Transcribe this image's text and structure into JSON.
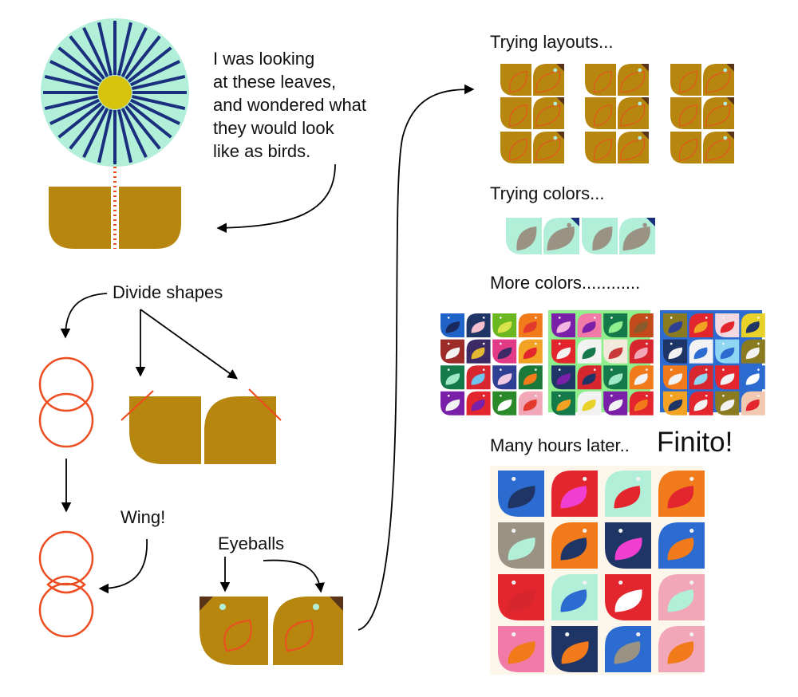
{
  "intro": {
    "lines": [
      "I was looking",
      "at these leaves,",
      "and wondered what",
      "they would look",
      "like as birds."
    ]
  },
  "labels": {
    "divide": "Divide shapes",
    "wing": "Wing!",
    "eyeballs": "Eyeballs",
    "layouts": "Trying layouts...",
    "colors": "Trying colors...",
    "more_colors": "More colors............",
    "many_hours": "Many hours later..",
    "finito": "Finito!"
  },
  "palette": {
    "leaf": "#b6860f",
    "mint": "#b2efd9",
    "navy": "#1a2f7d",
    "sun": "#d7c20d",
    "orange": "#ec4d21",
    "brown": "#5a3418",
    "grey": "#9a9384",
    "green_bg": "#8fef8c",
    "blue_bg": "#2c6bd0"
  },
  "more_color_grids": [
    {
      "background": "#ffffff",
      "tiles": [
        {
          "bg": "#1f63c9",
          "w": "#1b2a5e"
        },
        {
          "bg": "#1e3566",
          "w": "#f6c1cf"
        },
        {
          "bg": "#6ab71f",
          "w": "#d7e44a"
        },
        {
          "bg": "#f17b1a",
          "w": "#e33a2d"
        },
        {
          "bg": "#9d2b2a",
          "w": "#f2f2f2"
        },
        {
          "bg": "#3b2a66",
          "w": "#e3b832"
        },
        {
          "bg": "#e33a88",
          "w": "#3b2a66"
        },
        {
          "bg": "#f2a324",
          "w": "#e3262e"
        },
        {
          "bg": "#157a4a",
          "w": "#9fe8c8"
        },
        {
          "bg": "#d8262f",
          "w": "#6fc5f0"
        },
        {
          "bg": "#2e3f94",
          "w": "#f2c9e5"
        },
        {
          "bg": "#1b7a3a",
          "w": "#f27b1a"
        },
        {
          "bg": "#7a1fa8",
          "w": "#f2f2f2"
        },
        {
          "bg": "#e3262e",
          "w": "#7a1fa8"
        },
        {
          "bg": "#2a8a2a",
          "w": "#ffffff"
        },
        {
          "bg": "#f2a7b8",
          "w": "#e33a2d"
        }
      ]
    },
    {
      "background": "#8fef8c",
      "tiles": [
        {
          "bg": "#7a1fa8",
          "w": "#f2b6e1"
        },
        {
          "bg": "#f27aa8",
          "w": "#7a1fa8"
        },
        {
          "bg": "#157a4a",
          "w": "#8fef8c"
        },
        {
          "bg": "#c24a1b",
          "w": "#8a5a2a"
        },
        {
          "bg": "#e3262e",
          "w": "#f2f2f2"
        },
        {
          "bg": "#f2f2f2",
          "w": "#157a4a"
        },
        {
          "bg": "#f2e9dd",
          "w": "#c83a3a"
        },
        {
          "bg": "#d8262f",
          "w": "#f2a7b8"
        },
        {
          "bg": "#1e3566",
          "w": "#7a1fa8"
        },
        {
          "bg": "#d8262f",
          "w": "#1e3566"
        },
        {
          "bg": "#157a4a",
          "w": "#9fe8c8"
        },
        {
          "bg": "#f17b1a",
          "w": "#f2f2f2"
        },
        {
          "bg": "#157a4a",
          "w": "#f2a324"
        },
        {
          "bg": "#f2f2f2",
          "w": "#e8d22a"
        },
        {
          "bg": "#7a1fa8",
          "w": "#f2f2f2"
        },
        {
          "bg": "#e3262e",
          "w": "#f17b1a"
        }
      ]
    },
    {
      "background": "#2c6bd0",
      "tiles": [
        {
          "bg": "#8a7a20",
          "w": "#2e3f94"
        },
        {
          "bg": "#e3262e",
          "w": "#f2a324"
        },
        {
          "bg": "#f2d9e1",
          "w": "#e3262e"
        },
        {
          "bg": "#e8d22a",
          "w": "#1e3566"
        },
        {
          "bg": "#1e3566",
          "w": "#f2f2f2"
        },
        {
          "bg": "#f2f2f2",
          "w": "#2c6bd0"
        },
        {
          "bg": "#8fd6f2",
          "w": "#2c6bd0"
        },
        {
          "bg": "#8a7a20",
          "w": "#f2f2f2"
        },
        {
          "bg": "#f17b1a",
          "w": "#f2f2f2"
        },
        {
          "bg": "#d8262f",
          "w": "#8fd6f2"
        },
        {
          "bg": "#e3262e",
          "w": "#f2f2f2"
        },
        {
          "bg": "#2c6bd0",
          "w": "#ffffff"
        },
        {
          "bg": "#f2a324",
          "w": "#1e3566"
        },
        {
          "bg": "#e3262e",
          "w": "#f2f2f2"
        },
        {
          "bg": "#8a7a20",
          "w": "#f2f2f2"
        },
        {
          "bg": "#f2c9b0",
          "w": "#e3262e"
        }
      ]
    }
  ],
  "final_grid": {
    "background": "#fdf6ea",
    "tiles": [
      {
        "bg": "#2c6bd0",
        "w": "#1e3566",
        "flip": false
      },
      {
        "bg": "#e3262e",
        "w": "#f03fd0",
        "flip": true
      },
      {
        "bg": "#b2efd9",
        "w": "#e3262e",
        "flip": true
      },
      {
        "bg": "#f17b1a",
        "w": "#e3262e",
        "flip": true
      },
      {
        "bg": "#9a9384",
        "w": "#b2efd9",
        "flip": false
      },
      {
        "bg": "#f17b1a",
        "w": "#1e3566",
        "flip": true
      },
      {
        "bg": "#1e3566",
        "w": "#f03fd0",
        "flip": false
      },
      {
        "bg": "#2c6bd0",
        "w": "#f17b1a",
        "flip": true
      },
      {
        "bg": "#e3262e",
        "w": "#d8262f",
        "flip": false
      },
      {
        "bg": "#b2efd9",
        "w": "#2c6bd0",
        "flip": true
      },
      {
        "bg": "#e3262e",
        "w": "#ffffff",
        "flip": false
      },
      {
        "bg": "#f2a7b8",
        "w": "#b2efd9",
        "flip": true
      },
      {
        "bg": "#f27aa8",
        "w": "#f17b1a",
        "flip": false
      },
      {
        "bg": "#1e3566",
        "w": "#f17b1a",
        "flip": false
      },
      {
        "bg": "#2c6bd0",
        "w": "#9a9384",
        "flip": true
      },
      {
        "bg": "#f2a7b8",
        "w": "#f17b1a",
        "flip": true
      }
    ]
  }
}
